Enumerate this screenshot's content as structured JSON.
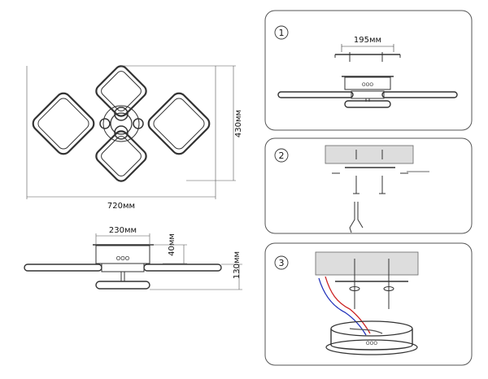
{
  "overview": {
    "width_label": "720мм",
    "height_label": "430мм"
  },
  "side_view": {
    "mount_width_label": "230мм",
    "mount_depth_label": "40мм",
    "total_height_label": "130мм"
  },
  "steps": [
    {
      "number": "1",
      "plate_width_label": "195мм"
    },
    {
      "number": "2"
    },
    {
      "number": "3"
    }
  ],
  "colors": {
    "line": "#333333",
    "panel_border": "#555555",
    "ceiling": "#dddddd",
    "wire_red": "#cc2222",
    "wire_blue": "#2233bb"
  }
}
